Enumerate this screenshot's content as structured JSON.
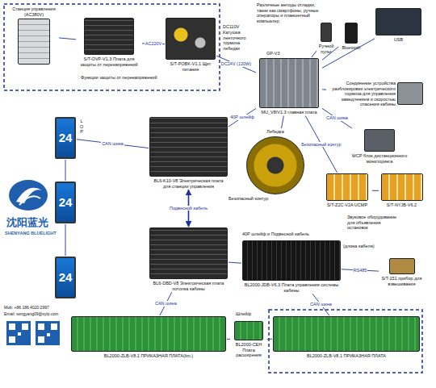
{
  "diagram": {
    "nodes": [
      {
        "text": [
          "Станция управления (AC380V)"
        ]
      },
      {
        "text": [
          "S/T-OVP-V1.3 Плата для защиты от перенапряжений"
        ]
      },
      {
        "text": [
          "S/T-POBK-V1.1 Щит питания"
        ]
      },
      {
        "text": [
          "MU_V8/V1.3 главная плата"
        ]
      },
      {
        "text": [
          "Ручной пульт"
        ]
      },
      {
        "text": [
          "Bluetooth"
        ]
      },
      {
        "text": [
          "USB"
        ]
      },
      {
        "text": [
          "Соединение устройства разблокировки электрического тормоза для управления замедлением и скоростью спасения кабины"
        ]
      },
      {
        "text": [
          "WCP блок дистанционного мониторинга"
        ]
      },
      {
        "text": [
          "S/T-Z2C-V2A UCMP"
        ]
      },
      {
        "text": [
          "S/T-NYJB-V6.2"
        ]
      },
      {
        "text": [
          "Лебедка"
        ]
      },
      {
        "text": [
          "24"
        ]
      },
      {
        "text": [
          "24"
        ]
      },
      {
        "text": [
          "24"
        ]
      },
      {
        "text": [
          "BL6-K10-V8 Электрическая плата для станции управления"
        ]
      },
      {
        "text": [
          "BL6-DBD-V8 Электрическая плата потолка кабины"
        ]
      },
      {
        "text": [
          "BL2000-JDB-V6.3 Плата управления системы кабины"
        ]
      },
      {
        "text": [
          "S/T-151 прибор для взвешивания"
        ]
      },
      {
        "text": [
          "BL2000-ZLB-V8.1 ПРИКАЗНАЯ ПЛАТА(lim.)"
        ]
      },
      {
        "text": [
          "BL2000-CEH Плата расширения"
        ]
      },
      {
        "text": [
          "BL2000-ZLB-V8.1 ПРИКАЗНАЯ ПЛАТА"
        ]
      }
    ],
    "edges": [
      {
        "from": 0,
        "to": 1,
        "arrow": "none"
      },
      {
        "from": 1,
        "to": 2,
        "label": "AC220V",
        "arrow": "none"
      },
      {
        "from": 2,
        "to": 3,
        "label": "DC24V (120W)",
        "arrow": "none"
      },
      {
        "from": 3,
        "to": 4,
        "arrow": "none"
      },
      {
        "from": 3,
        "to": 5,
        "arrow": "none"
      },
      {
        "from": 3,
        "to": 6,
        "arrow": "none"
      },
      {
        "from": 3,
        "to": 7,
        "arrow": "none"
      },
      {
        "from": 3,
        "to": 8,
        "label": "CAN шина",
        "arrow": "none"
      },
      {
        "from": 3,
        "to": 9,
        "label": "Безопасный контур",
        "arrow": "none"
      },
      {
        "from": 3,
        "to": 11,
        "arrow": "none"
      },
      {
        "from": 9,
        "to": 10,
        "arrow": "none"
      },
      {
        "from": 3,
        "to": 15,
        "label": "40Р шлейф",
        "arrow": "none"
      },
      {
        "from": 12,
        "to": 15,
        "label": "CAN шина",
        "arrow": "none"
      },
      {
        "from": 12,
        "to": 13,
        "arrow": "none"
      },
      {
        "from": 13,
        "to": 14,
        "arrow": "none"
      },
      {
        "from": 15,
        "to": 16,
        "label": "Подвесной кабель",
        "arrow": "both"
      },
      {
        "from": 16,
        "to": 17,
        "arrow": "none"
      },
      {
        "from": 17,
        "to": 18,
        "label": "RS485",
        "arrow": "none"
      },
      {
        "from": 16,
        "to": 19,
        "label": "CAN шина",
        "arrow": "none"
      },
      {
        "from": 17,
        "to": 21,
        "label": "CAN шина",
        "arrow": "none"
      },
      {
        "from": 19,
        "to": 20,
        "arrow": "none"
      },
      {
        "from": 20,
        "to": 21,
        "arrow": "none"
      }
    ],
    "labels": [
      "Функции защиты от перенапряжений",
      "DC110V",
      "Катушка ленточного тормоза лебедки",
      "Различные методы отладки, такие как смартфоны, ручные операторы и планшетный компьютер",
      "GP-V3",
      "L O P",
      "Безопасный контур",
      "40Р шлейф и Подвесной кабель",
      "Звуковое оборудование для объявления остановок",
      "(длина кабеля)",
      "Шлейф",
      "沈阳蓝光",
      "SHENYANG BLUELIGHT",
      "Mob: +86 186 4020 2997",
      "Email: songyang09@sylp.com"
    ]
  }
}
